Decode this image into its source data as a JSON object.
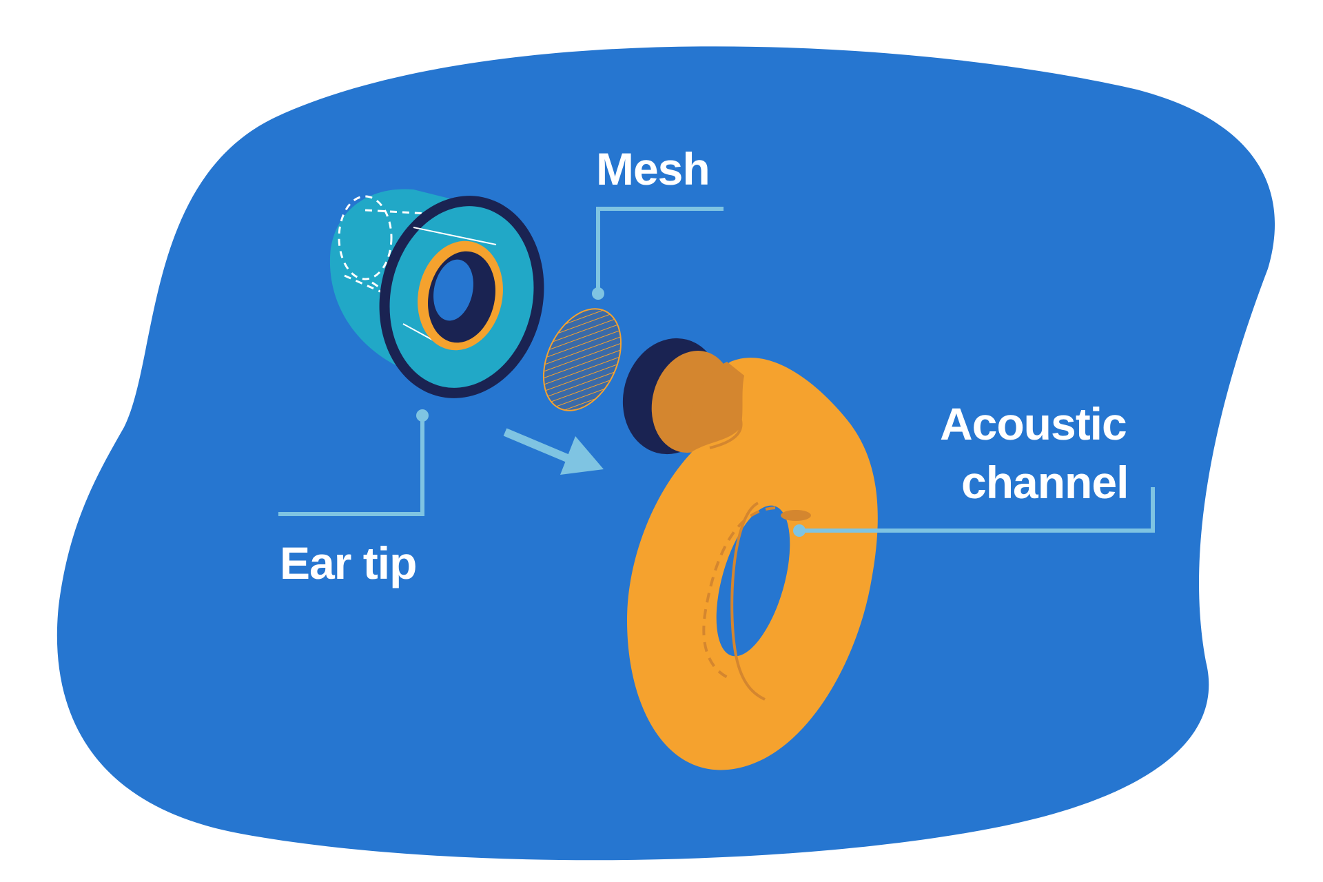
{
  "labels": {
    "mesh": "Mesh",
    "ear_tip": "Ear tip",
    "acoustic_channel_line1": "Acoustic",
    "acoustic_channel_line2": "channel"
  },
  "colors": {
    "background_blob": "#2676d0",
    "leader_line": "#7fc4e2",
    "ear_tip_body": "#21a8c7",
    "ear_tip_rim": "#1a2352",
    "accent_orange": "#f5a22e",
    "orange_shadow": "#d4862f",
    "mesh_fill": "#3a6aa8",
    "arrow": "#7fc4e2"
  },
  "icons": [
    "ear-tip-illustration",
    "mesh-disc-illustration",
    "earplug-illustration",
    "assembly-arrow-icon"
  ]
}
